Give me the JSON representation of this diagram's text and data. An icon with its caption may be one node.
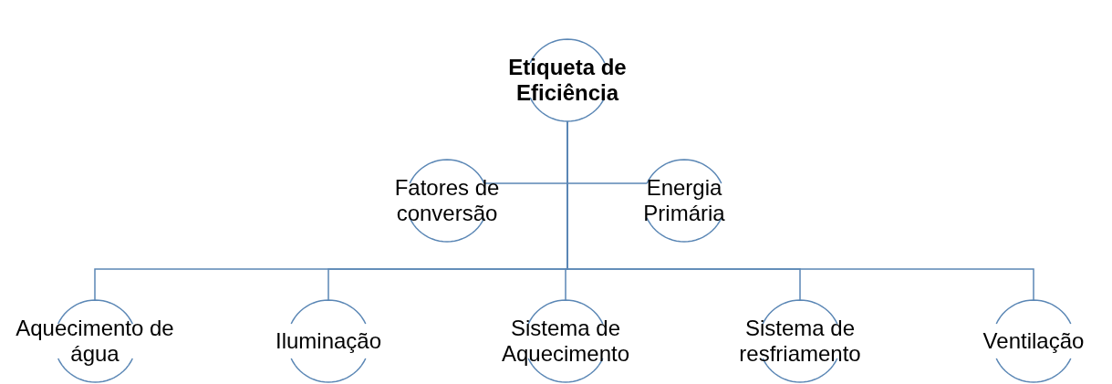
{
  "diagram": {
    "nodes": [
      {
        "text": [
          "Etiqueta de Eficiência"
        ]
      },
      {
        "text": [
          "Fatores de conversão"
        ]
      },
      {
        "text": [
          "Energia Primária"
        ]
      },
      {
        "text": [
          "Aquecimento de água"
        ]
      },
      {
        "text": [
          "Iluminação"
        ]
      },
      {
        "text": [
          "Sistema de Aquecimento"
        ]
      },
      {
        "text": [
          "Sistema de resfriamento"
        ]
      },
      {
        "text": [
          "Ventilação"
        ]
      }
    ],
    "edges": [
      {
        "from": 0,
        "to": 1,
        "arrow": "none"
      },
      {
        "from": 0,
        "to": 2,
        "arrow": "none"
      },
      {
        "from": 0,
        "to": 3,
        "arrow": "none"
      },
      {
        "from": 0,
        "to": 4,
        "arrow": "none"
      },
      {
        "from": 0,
        "to": 5,
        "arrow": "none"
      },
      {
        "from": 0,
        "to": 6,
        "arrow": "none"
      },
      {
        "from": 0,
        "to": 7,
        "arrow": "none"
      }
    ]
  }
}
